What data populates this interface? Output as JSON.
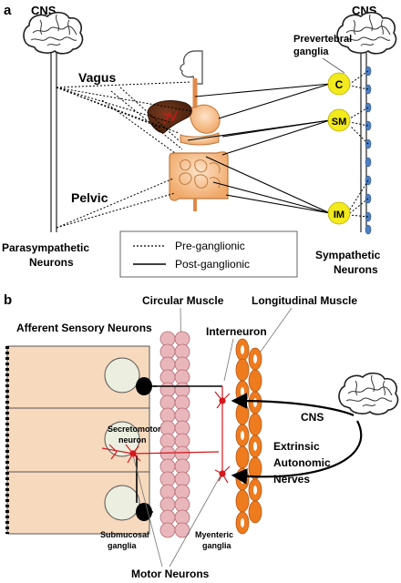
{
  "panel_a": {
    "label": "a",
    "cns_left": "CNS",
    "cns_right": "CNS",
    "prevertebral_ganglia": [
      "Prevertebral",
      "ganglia"
    ],
    "vagus": "Vagus",
    "pelvic": "Pelvic",
    "parasympathetic": [
      "Parasympathetic",
      "Neurons"
    ],
    "sympathetic": [
      "Sympathetic",
      "Neurons"
    ],
    "ganglia": [
      {
        "label": "C",
        "fill": "#f2ea1c"
      },
      {
        "label": "SM",
        "fill": "#f2ea1c"
      },
      {
        "label": "IM",
        "fill": "#f2ea1c"
      }
    ],
    "legend": {
      "pre": "Pre-ganglionic",
      "post": "Post-ganglionic"
    }
  },
  "panel_b": {
    "label": "b",
    "circular_muscle": "Circular Muscle",
    "longitudinal_muscle": "Longitudinal Muscle",
    "afferent_sensory": "Afferent Sensory Neurons",
    "interneuron": "Interneuron",
    "cns": "CNS",
    "secretomotor": [
      "Secretomotor",
      "neuron"
    ],
    "extrinsic": [
      "Extrinsic",
      "Autonomic",
      "Nerves"
    ],
    "submucosal": [
      "Submucosal",
      "ganglia"
    ],
    "myenteric": [
      "Myenteric",
      "ganglia"
    ],
    "motor_neurons": "Motor Neurons"
  },
  "colors": {
    "epithelium": "#f7d9bd",
    "circular_muscle": "#e9b7bb",
    "longitudinal_muscle": "#ef7b1f",
    "neuron_red": "#d4181b",
    "ganglion_dot": "#4f7fbf",
    "organ": "#f7c79a"
  }
}
